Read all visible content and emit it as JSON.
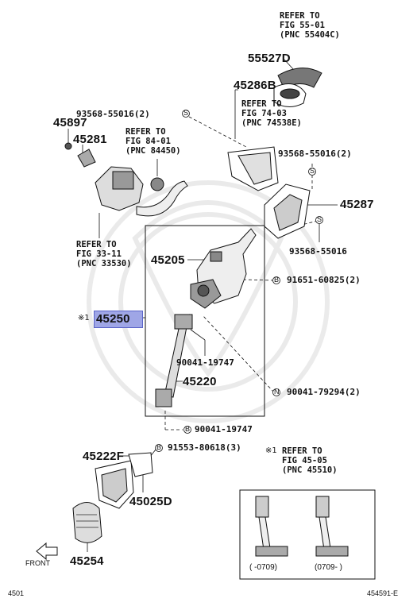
{
  "labels": {
    "p55527d": "55527D",
    "p45286b": "45286B",
    "p45897": "45897",
    "p45281": "45281",
    "p45287": "45287",
    "p45205": "45205",
    "p45250": "45250",
    "p45220": "45220",
    "p45222f": "45222F",
    "p45025d": "45025D",
    "p45254": "45254"
  },
  "bolts": {
    "b1": "93568-55016(2)",
    "b2": "93568-55016(2)",
    "b3": "93568-55016",
    "b4": "91651-60825(2)",
    "b5": "90041-19747",
    "b6": "90041-79294(2)",
    "b7": "90041-19747",
    "b8": "91553-80618(3)"
  },
  "symbols": {
    "s": "S",
    "b": "B",
    "n": "N"
  },
  "refs": {
    "r1": [
      "REFER TO",
      "FIG 55-01",
      "(PNC 55404C)"
    ],
    "r2": [
      "REFER TO",
      "FIG 74-03",
      "(PNC 74538E)"
    ],
    "r3": [
      "REFER TO",
      "FIG 84-01",
      "(PNC 84450)"
    ],
    "r4": [
      "REFER TO",
      "FIG 33-11",
      "(PNC 33530)"
    ],
    "r5": [
      "REFER TO",
      "FIG 45-05",
      "(PNC 45510)"
    ]
  },
  "marks": {
    "note": "※1",
    "note2": "※1"
  },
  "inset": {
    "left": "(      -0709)",
    "right": "(0709-      )"
  },
  "footer": {
    "front": "FRONT",
    "left": "4501",
    "right": "454591-E"
  },
  "colors": {
    "highlight": "#9fa6e6",
    "ink": "#111111"
  }
}
